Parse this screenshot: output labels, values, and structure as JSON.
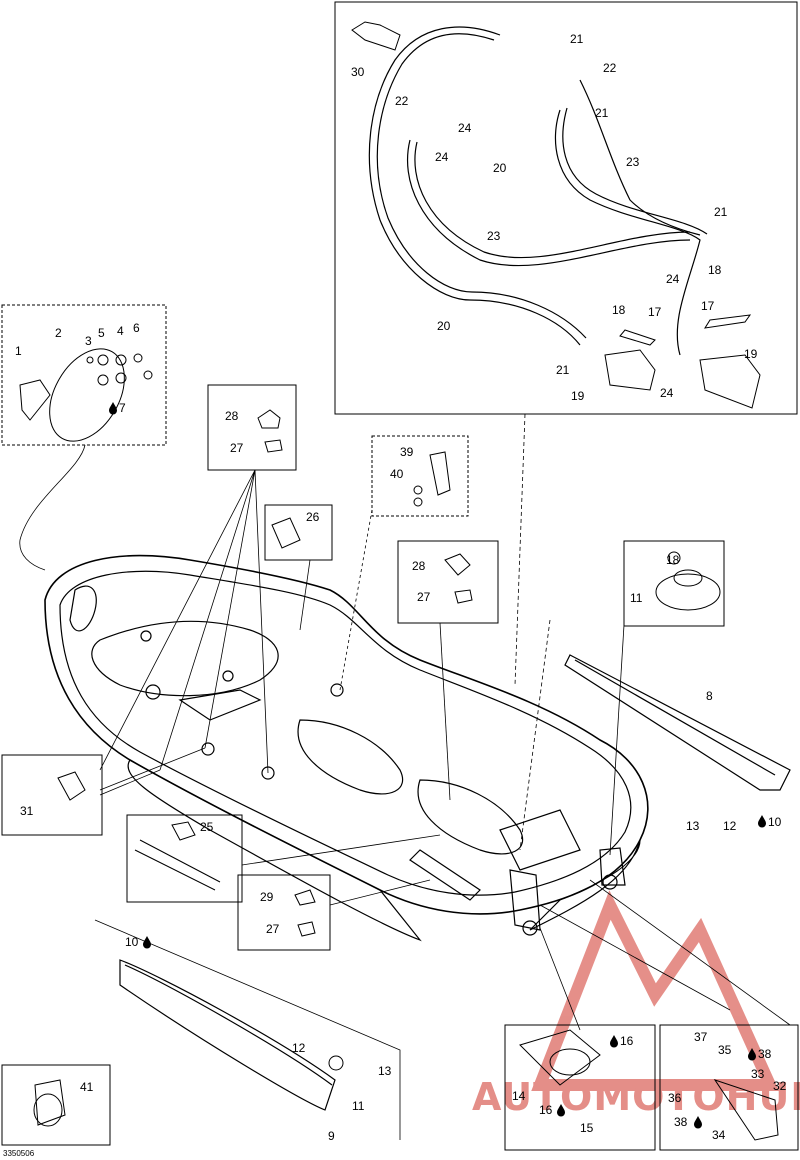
{
  "callouts": [
    {
      "id": "c1",
      "label": "1"
    },
    {
      "id": "c2",
      "label": "2"
    },
    {
      "id": "c3",
      "label": "3"
    },
    {
      "id": "c4",
      "label": "4"
    },
    {
      "id": "c5",
      "label": "5"
    },
    {
      "id": "c6",
      "label": "6"
    },
    {
      "id": "c7",
      "label": "7"
    },
    {
      "id": "c8",
      "label": "8"
    },
    {
      "id": "c9",
      "label": "9"
    },
    {
      "id": "c10a",
      "label": "10"
    },
    {
      "id": "c10b",
      "label": "10"
    },
    {
      "id": "c11a",
      "label": "11"
    },
    {
      "id": "c11b",
      "label": "11"
    },
    {
      "id": "c12a",
      "label": "12"
    },
    {
      "id": "c12b",
      "label": "12"
    },
    {
      "id": "c13a",
      "label": "13"
    },
    {
      "id": "c13b",
      "label": "13"
    },
    {
      "id": "c14",
      "label": "14"
    },
    {
      "id": "c15",
      "label": "15"
    },
    {
      "id": "c16a",
      "label": "16"
    },
    {
      "id": "c16b",
      "label": "16"
    },
    {
      "id": "c17a",
      "label": "17"
    },
    {
      "id": "c17b",
      "label": "17"
    },
    {
      "id": "c18a",
      "label": "18"
    },
    {
      "id": "c18b",
      "label": "18"
    },
    {
      "id": "c18c",
      "label": "18"
    },
    {
      "id": "c19a",
      "label": "19"
    },
    {
      "id": "c19b",
      "label": "19"
    },
    {
      "id": "c20a",
      "label": "20"
    },
    {
      "id": "c20b",
      "label": "20"
    },
    {
      "id": "c21a",
      "label": "21"
    },
    {
      "id": "c21b",
      "label": "21"
    },
    {
      "id": "c21c",
      "label": "21"
    },
    {
      "id": "c21d",
      "label": "21"
    },
    {
      "id": "c22a",
      "label": "22"
    },
    {
      "id": "c22b",
      "label": "22"
    },
    {
      "id": "c23a",
      "label": "23"
    },
    {
      "id": "c23b",
      "label": "23"
    },
    {
      "id": "c24a",
      "label": "24"
    },
    {
      "id": "c24b",
      "label": "24"
    },
    {
      "id": "c24c",
      "label": "24"
    },
    {
      "id": "c24d",
      "label": "24"
    },
    {
      "id": "c25",
      "label": "25"
    },
    {
      "id": "c26",
      "label": "26"
    },
    {
      "id": "c27a",
      "label": "27"
    },
    {
      "id": "c27b",
      "label": "27"
    },
    {
      "id": "c27c",
      "label": "27"
    },
    {
      "id": "c28a",
      "label": "28"
    },
    {
      "id": "c28b",
      "label": "28"
    },
    {
      "id": "c29",
      "label": "29"
    },
    {
      "id": "c30",
      "label": "30"
    },
    {
      "id": "c31",
      "label": "31"
    },
    {
      "id": "c32",
      "label": "32"
    },
    {
      "id": "c33",
      "label": "33"
    },
    {
      "id": "c34",
      "label": "34"
    },
    {
      "id": "c35",
      "label": "35"
    },
    {
      "id": "c36",
      "label": "36"
    },
    {
      "id": "c37",
      "label": "37"
    },
    {
      "id": "c38a",
      "label": "38"
    },
    {
      "id": "c38b",
      "label": "38"
    },
    {
      "id": "c39",
      "label": "39"
    },
    {
      "id": "c40",
      "label": "40"
    },
    {
      "id": "c41",
      "label": "41"
    }
  ],
  "figure_code": "3350506",
  "watermark": {
    "text": "AUTOMOTOHUB",
    "color": "#e07b74"
  },
  "colors": {
    "line": "#000000",
    "background": "#ffffff",
    "watermark": "#e07b74"
  },
  "icons": [
    "drop-icon"
  ]
}
